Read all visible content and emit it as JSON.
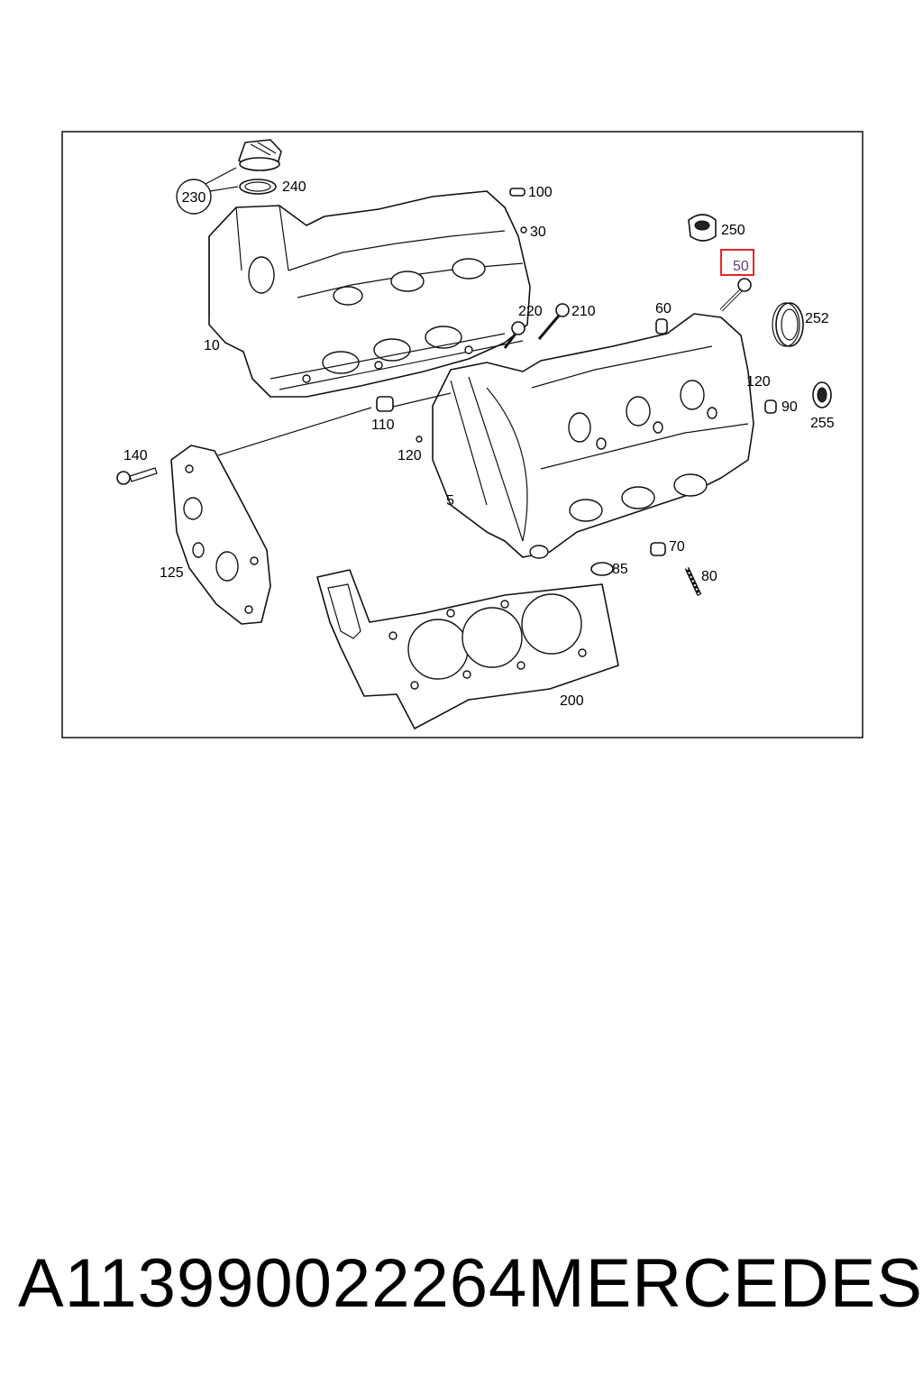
{
  "diagram": {
    "callouts": {
      "p230": "230",
      "p240": "240",
      "p100": "100",
      "p30": "30",
      "p250": "250",
      "p50": "50",
      "p252": "252",
      "p210": "210",
      "p220": "220",
      "p60": "60",
      "p10": "10",
      "p120a": "120",
      "p90": "90",
      "p255": "255",
      "p110": "110",
      "p120b": "120",
      "p140": "140",
      "p5": "5",
      "p70": "70",
      "p85": "85",
      "p80": "80",
      "p125": "125",
      "p200": "200"
    },
    "highlighted_part": "50",
    "highlight_color": "#e8262a"
  },
  "footer": {
    "part_number": "A113990022264",
    "brand": "MERCEDES"
  }
}
